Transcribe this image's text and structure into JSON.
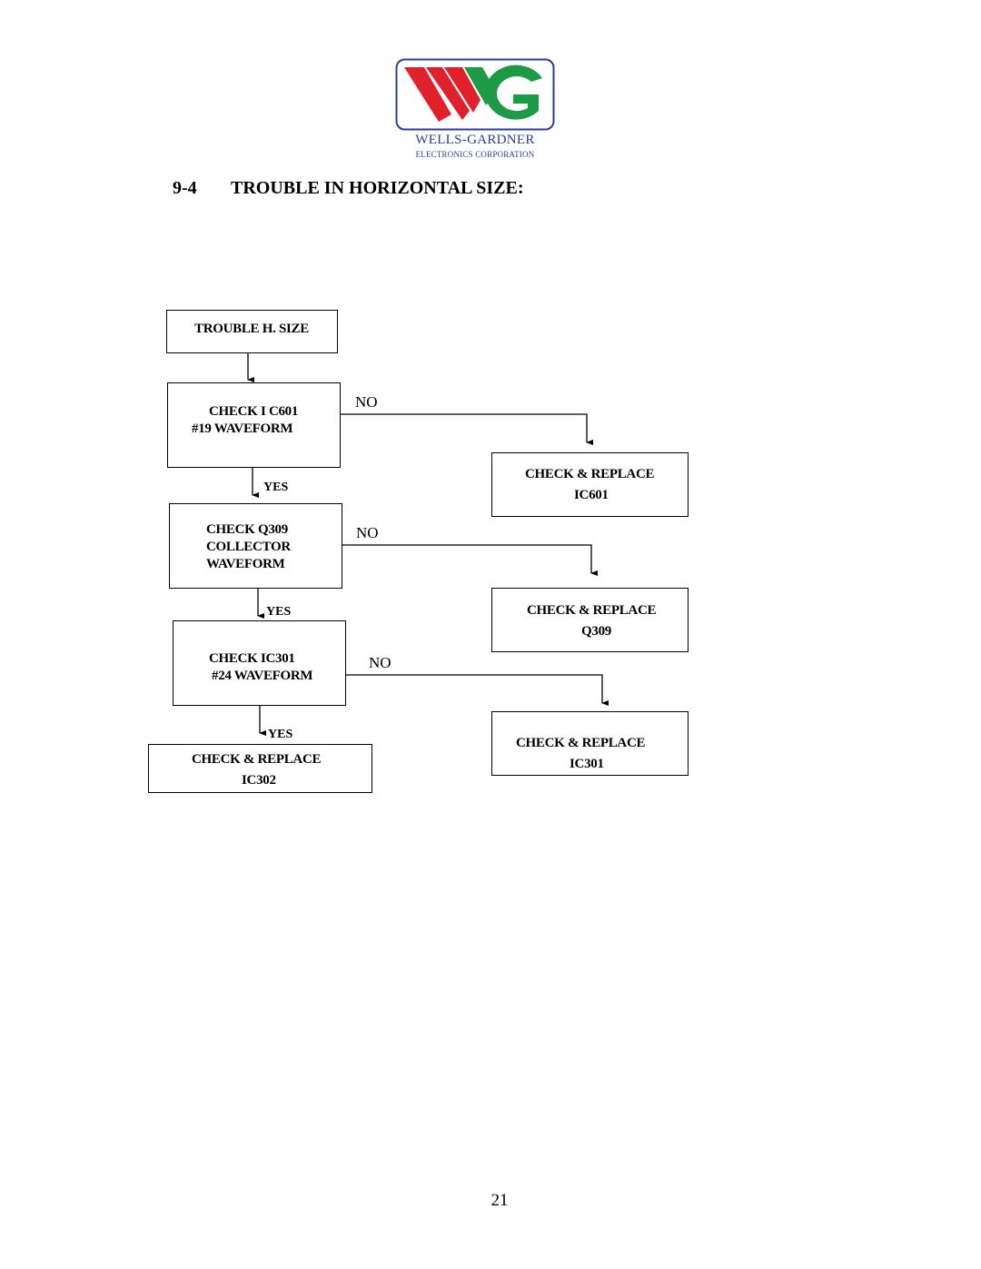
{
  "logo": {
    "name": "WELLS-GARDNER",
    "subtitle": "ELECTRONICS CORPORATION",
    "colors": {
      "red": "#e0202a",
      "green": "#1c9a46",
      "navy": "#2a3e9c"
    }
  },
  "heading": {
    "number": "9-4",
    "title": "TROUBLE IN HORIZONTAL SIZE:"
  },
  "flowchart": {
    "start": "TROUBLE H. SIZE",
    "checks": [
      {
        "lines": [
          "CHECK I C601",
          "#19 WAVEFORM"
        ],
        "no_label": "NO",
        "yes_label": "YES"
      },
      {
        "lines": [
          "CHECK Q309",
          "COLLECTOR",
          "WAVEFORM"
        ],
        "no_label": "NO",
        "yes_label": "YES"
      },
      {
        "lines": [
          "CHECK IC301",
          "#24 WAVEFORM"
        ],
        "no_label": "NO",
        "yes_label": "YES"
      }
    ],
    "actions": [
      {
        "lines": [
          "CHECK & REPLACE",
          "IC601"
        ]
      },
      {
        "lines": [
          "CHECK & REPLACE",
          "Q309"
        ]
      },
      {
        "lines": [
          "CHECK & REPLACE",
          "IC301"
        ]
      }
    ],
    "final": {
      "lines": [
        "CHECK & REPLACE",
        "IC302"
      ]
    }
  },
  "page_number": "21"
}
